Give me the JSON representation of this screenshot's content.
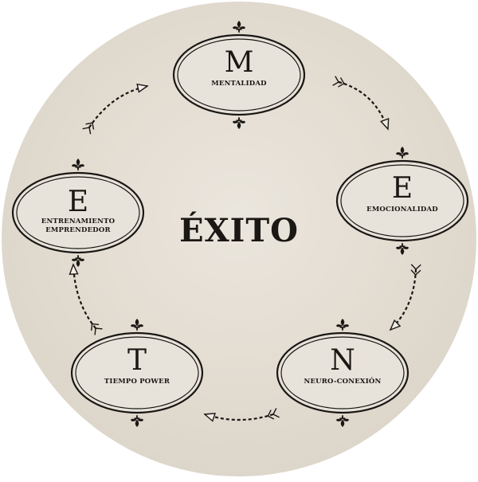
{
  "center": {
    "title": "ÉXITO"
  },
  "nodes": [
    {
      "letter": "M",
      "lines": [
        "MENTALIDAD"
      ]
    },
    {
      "letter": "E",
      "lines": [
        "EMOCIONALIDAD"
      ]
    },
    {
      "letter": "N",
      "lines": [
        "NEURO-CONEXIÓN"
      ]
    },
    {
      "letter": "T",
      "lines": [
        "TIEMPO POWER"
      ]
    },
    {
      "letter": "E",
      "lines": [
        "ENTRENAMIENTO",
        "EMPRENDEDOR"
      ]
    }
  ],
  "colors": {
    "background_disc": "#e6e0d6",
    "ink": "#1a1714",
    "oval_fill": "#e8e3da"
  },
  "icons": {
    "ornament": "fleur-de-lis-icon",
    "arrow": "fletched-arrow-icon"
  }
}
